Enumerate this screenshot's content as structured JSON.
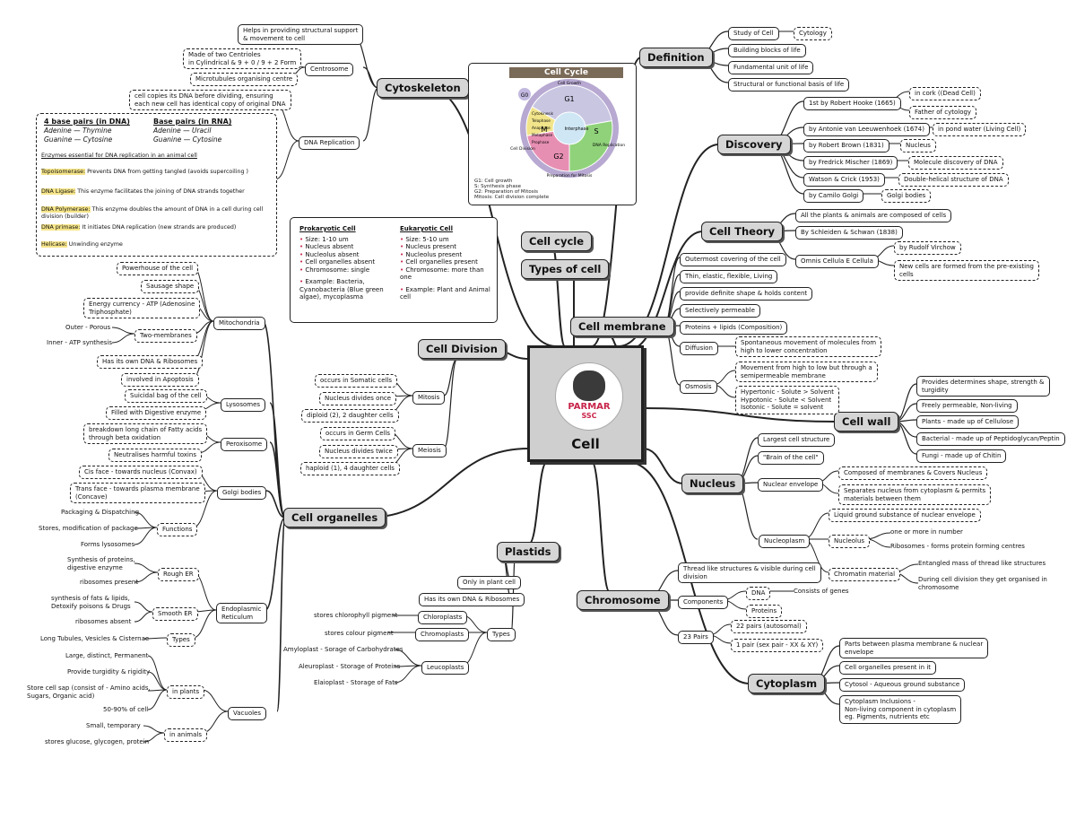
{
  "center": {
    "title": "Cell",
    "logo_name": "PARMAR",
    "logo_sub": "SSC"
  },
  "hubs": {
    "cytoskeleton": "Cytoskeleton",
    "definition": "Definition",
    "discovery": "Discovery",
    "cell_theory": "Cell Theory",
    "cell_cycle": "Cell cycle",
    "types_of_cell": "Types of cell",
    "cell_membrane": "Cell membrane",
    "cell_division": "Cell Division",
    "cell_wall": "Cell wall",
    "nucleus": "Nucleus",
    "cell_organelles": "Cell organelles",
    "plastids": "Plastids",
    "chromosome": "Chromosome",
    "cytoplasm": "Cytoplasm"
  },
  "cytoskeleton": {
    "structural": "Helps in providing structural support\n& movement to cell",
    "centrosome": "Centrosome",
    "centrioles": "Made of two Centrioles\nin Cylindrical & 9 + 0 / 9 + 2 Form",
    "mtoc": "Microtubules organising centre",
    "copies": "cell copies its DNA before dividing, ensuring\neach new cell has identical copy of original DNA",
    "dna_replication": "DNA Replication"
  },
  "dna_box": {
    "h1": "4 base pairs (in DNA)",
    "h2": "Base pairs (in RNA)",
    "dna_pairs": [
      "Adenine — Thymine",
      "Guanine — Cytosine"
    ],
    "rna_pairs": [
      "Adenine — Uracil",
      "Guanine — Cytosine"
    ],
    "enzymes": "Enzymes essential for DNA replication in an animal cell",
    "items": [
      {
        "name": "Topoisomerase:",
        "text": " Prevents DNA from getting tangled (avoids supercoiling )"
      },
      {
        "name": "DNA Ligase:",
        "text": " This enzyme facilitates the joining of DNA strands together"
      },
      {
        "name": "DNA Polymerase:",
        "text": " This enzyme doubles the amount of DNA in a cell during cell division (builder)"
      },
      {
        "name": "DNA primase:",
        "text": " It initiates DNA replication (new strands are produced)"
      },
      {
        "name": "Helicase:",
        "text": " Unwinding enzyme"
      }
    ]
  },
  "cell_cycle_figure": {
    "title": "Cell Cycle",
    "phases": [
      "G1",
      "S",
      "G2",
      "M",
      "G0"
    ],
    "ring_labels": [
      "Cell Growth",
      "DNA Replication",
      "Preparation for Mitosis",
      "Cell Division"
    ],
    "m_subphases": [
      "Cytokinesis",
      "Telophase",
      "Anaphase",
      "Metaphase",
      "Prophase"
    ],
    "interphase": "Interphase",
    "legend": [
      "G1: Cell growth",
      "S: Synthesis phase",
      "G2: Preparation of Mitosis",
      "Mitosis: Cell division complete"
    ],
    "colors": {
      "g1": "#c9c6e2",
      "s": "#8fd27a",
      "g2": "#e78fb3",
      "m": "#f1e48a",
      "ring": "#b7a9d1"
    }
  },
  "definition": {
    "items": [
      "Study of Cell",
      "Building blocks of life",
      "Fundamental unit of life",
      "Structural or functional basis of life"
    ],
    "cytology": "Cytology"
  },
  "discovery": {
    "hooke": "1st by Robert Hooke (1665)",
    "cork": "in cork ((Dead Cell)",
    "father": "Father of cytology",
    "leeuwenhoek": "by Antonie van Leeuwenhoek (1674)",
    "pond": "in pond water (Living Cell)",
    "brown": "by Robert Brown (1831)",
    "nucleus": "Nucleus",
    "miescher": "by Fredrick Mischer (1869)",
    "molecule": "Molecule discovery of DNA",
    "watson": "Watson & Crick (1953)",
    "helical": "Double-helical structure of DNA",
    "golgi": "by Camilo Golgi",
    "golgi_bodies": "Golgi bodies"
  },
  "cell_theory": {
    "all": "All the plants & animals are composed of cells",
    "by": "By Schleiden & Schwan (1838)",
    "omnis": "Omnis Cellula E Cellula",
    "virchow": "by Rudolf Virchow",
    "new_cells": "New cells are formed from the pre-existing\ncells"
  },
  "types": {
    "pro_title": "Prokaryotic Cell",
    "pro_items": [
      "Size: 1-10 um",
      "Nucleus absent",
      "Nucleolus absent",
      "Cell organelles absent",
      "Chromosome: single"
    ],
    "pro_example": "Example: Bacteria,\nCyanobacteria (Blue green\nalgae), mycoplasma",
    "eu_title": "Eukaryotic Cell",
    "eu_items": [
      "Size: 5-10 um",
      "Nucleus present",
      "Nucleolus present",
      "Cell organelles present",
      "Chromosome: more than one"
    ],
    "eu_example": "Example: Plant and Animal\ncell"
  },
  "membrane": {
    "items": [
      "Outermost covering of the cell",
      "Thin, elastic, flexible, Living",
      "provide definite shape & holds content",
      "Selectively permeable",
      "Proteins + lipids (Composition)"
    ],
    "diffusion": "Diffusion",
    "diffusion_def": "Spontaneous movement of molecules from\nhigh to lower concentration",
    "osmosis": "Osmosis",
    "osmosis_def": "Movement from high to low but through a\nsemipermeable membrane",
    "tonicity": "Hypertonic - Solute > Solvent\nHypotonic - Solute < Solvent\nIsotonic - Solute = solvent"
  },
  "division": {
    "mitosis": "Mitosis",
    "meiosis": "Meiosis",
    "mitosis_items": [
      "occurs in Somatic cells",
      "Nucleus divides once",
      "diploid (2), 2 daughter cells"
    ],
    "meiosis_items": [
      "occurs in Germ Cells",
      "Nucleus divides twice",
      "haploid (1), 4 daughter cells"
    ]
  },
  "cell_wall": {
    "items": [
      "Provides determines shape, strength &\nturgidity",
      "Freely permeable, Non-living",
      "Plants - made up of Cellulose",
      "Bacterial - made up of Peptidoglycan/Peptin",
      "Fungi - made up of Chitin"
    ]
  },
  "nucleus": {
    "largest": "Largest cell structure",
    "brain": "\"Brain of the cell\"",
    "envelope": "Nuclear envelope",
    "env1": "Composed of membranes & Covers Nucleus",
    "env2": "Separates nucleus from cytoplasm & permits\nmaterials between them",
    "nucleoplasm": "Nucleoplasm",
    "liquid": "Liquid ground substance of nuclear envelope",
    "nucleolus": "Nucleolus",
    "one_more": "one or more in number",
    "ribosomes": "Ribosomes - forms protein forming centres",
    "chromatin": "Chromatin material",
    "entangled": "Entangled mass of thread like structures",
    "during": "During cell division they get organised in\nchromosome"
  },
  "chromosome": {
    "thread": "Thread like structures & visible during cell\ndivision",
    "components": "Components",
    "dna": "DNA",
    "genes": "Consists of genes",
    "proteins": "Proteins",
    "pairs": "23 Pairs",
    "autosomal": "22 pairs (autosomal)",
    "sex": "1 pair (sex pair - XX & XY)"
  },
  "cytoplasm": {
    "items": [
      "Parts between plasma membrane & nuclear\nenvelope",
      "Cell organelles present in it",
      "Cytosol -  Aqueous ground substance",
      "Cytoplasm Inclusions -\nNon-living component in cytoplasm\neg. Pigments, nutrients etc"
    ]
  },
  "plastids": {
    "only": "Only in plant cell",
    "own_dna": "Has its own DNA & Ribosomes",
    "types": "Types",
    "chloroplasts": "Chloroplasts",
    "chromoplasts": "Chromoplasts",
    "leucoplasts": "Leucoplasts",
    "stores_chloro": "stores chlorophyll pigment",
    "stores_colour": "stores colour pigment",
    "amyloplast": "Amyloplast - Sorage of Carbohydrates",
    "aleuroplast": "Aleuroplast - Storage of Proteins",
    "elaioplast": "Elaioplast - Storage of Fats"
  },
  "organelles": {
    "mitochondria": "Mitochondria",
    "mito_items": [
      "Powerhouse of the cell",
      "Sausage shape",
      "Energy currency - ATP (Adenosine\nTriphosphate)",
      "Two-membranes",
      "Has its own DNA & Ribosomes",
      "involved in Apoptosis"
    ],
    "outer": "Outer - Porous",
    "inner": "Inner - ATP synthesis",
    "lysosomes": "Lysosomes",
    "lyso_items": [
      "Suicidal bag of the cell",
      "Filled with Digestive enzyme"
    ],
    "peroxisome": "Peroxisome",
    "perox_items": [
      "breakdown long chain of Fatty acids\nthrough beta oxidation",
      "Neutralises harmful toxins"
    ],
    "golgi": "Golgi bodies",
    "golgi_items": [
      "Cis face - towards nucleus (Convax)",
      "Trans face - towards plasma membrane\n(Concave)"
    ],
    "functions": "Functions",
    "func_items": [
      "Packaging & Dispatching",
      "Stores, modification of package",
      "Forms lysosomes"
    ],
    "er": "Endoplasmic\nReticulum",
    "rough": "Rough ER",
    "rough_items": [
      "Synthesis of proteins,\ndigestive enzyme",
      "ribosomes present"
    ],
    "smooth": "Smooth ER",
    "smooth_items": [
      "synthesis of fats & lipids,\nDetoxify poisons & Drugs",
      "ribosomes absent"
    ],
    "types": "Types",
    "types_item": "Long Tubules, Vesicles & Cisternae",
    "vacuoles": "Vacuoles",
    "in_plants": "in plants",
    "plant_items": [
      "Large, distinct, Permanent",
      "Provide turgidity & rigidity",
      "Store cell sap (consist of - Amino acids,\nSugars, Organic acid)",
      "50-90% of cell"
    ],
    "in_animals": "in animals",
    "animal_items": [
      "Small, temporary",
      "stores glucose, glycogen, protein"
    ]
  }
}
